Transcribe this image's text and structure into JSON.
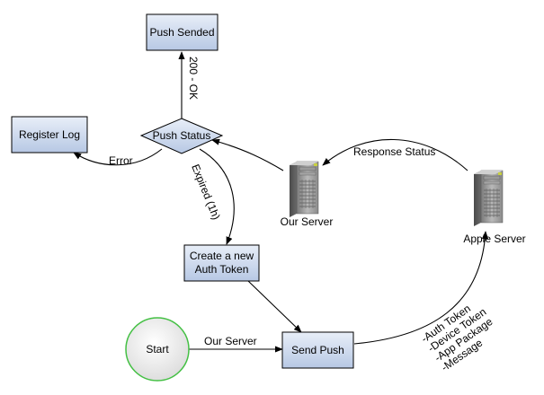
{
  "nodes": {
    "push_sended": "Push Sended",
    "register_log": "Register Log",
    "push_status": "Push Status",
    "create_token_line1": "Create a new",
    "create_token_line2": "Auth Token",
    "start": "Start",
    "send_push": "Send Push",
    "our_server": "Our Server",
    "apple_server": "Apple Server"
  },
  "edges": {
    "ok": "200 - OK",
    "error": "Error",
    "expired": "Expired (1h)",
    "response_status": "Response Status",
    "our_server_edge": "Our Server",
    "payload": [
      "-Auth Token",
      "-Device Token",
      "-App Package",
      "-Message"
    ]
  },
  "colors": {
    "box_fill_top": "#e8eef8",
    "box_fill_bottom": "#b7c8e4",
    "start_stroke": "#44c044",
    "start_fill": "#e6e6e6"
  },
  "icons": {
    "server": "server-tower-icon"
  }
}
